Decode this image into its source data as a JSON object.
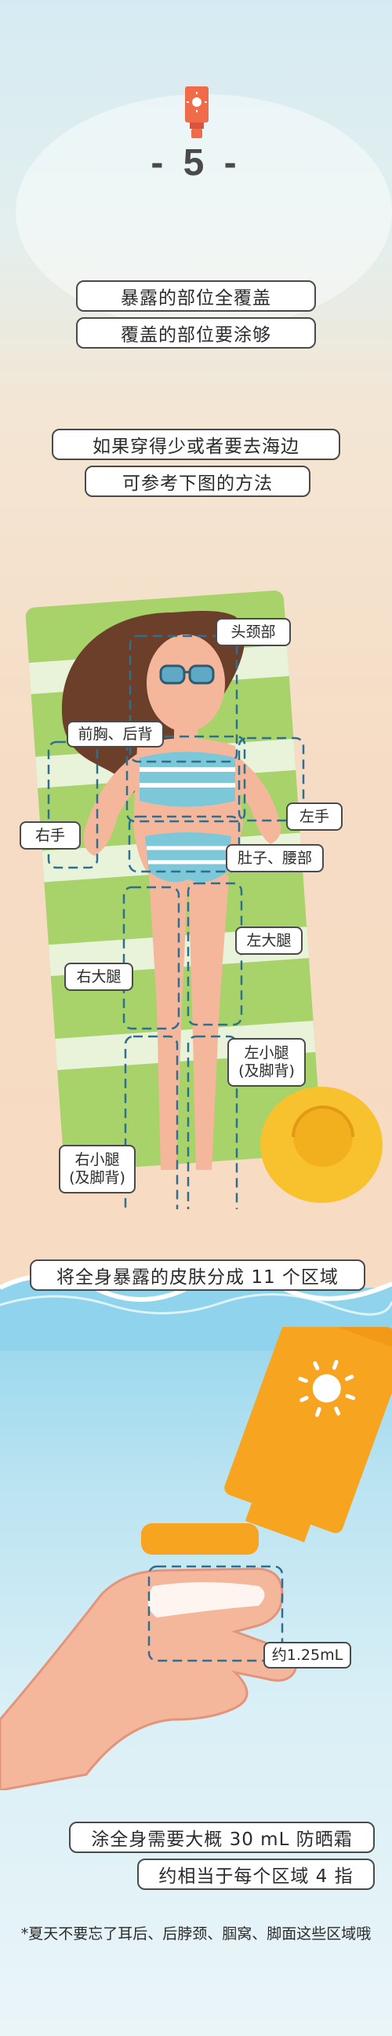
{
  "step_number": "- 5 -",
  "intro": [
    "暴露的部位全覆盖",
    "覆盖的部位要涂够"
  ],
  "beach_tip": [
    "如果穿得少或者要去海边",
    "可参考下图的方法"
  ],
  "zones": {
    "head_neck": "头颈部",
    "chest_back": "前胸、后背",
    "right_hand": "右手",
    "left_hand": "左手",
    "belly_waist": "肚子、腰部",
    "left_thigh": "左大腿",
    "right_thigh": "右大腿",
    "left_calf": "左小腿\n(及脚背)",
    "right_calf": "右小腿\n(及脚背)"
  },
  "zones_summary": "将全身暴露的皮肤分成 11 个区域",
  "amount_label": "约1.25mL",
  "totals": [
    "涂全身需要大概 30 mL 防晒霜",
    "约相当于每个区域 4 指"
  ],
  "footnote": "*夏天不要忘了耳后、后脖颈、腘窝、脚面这些区域哦",
  "colors": {
    "sunscreen_orange": "#f7a421",
    "tube_red": "#ef6b4a",
    "towel_green": "#a8d36b",
    "hat_yellow": "#f8c12e",
    "dash_blue": "#3b7ea1",
    "skin": "#f5b79c"
  },
  "icons": [
    "sunscreen-tube-icon",
    "sun-icon",
    "sun-hat-icon",
    "sunglasses-icon"
  ]
}
